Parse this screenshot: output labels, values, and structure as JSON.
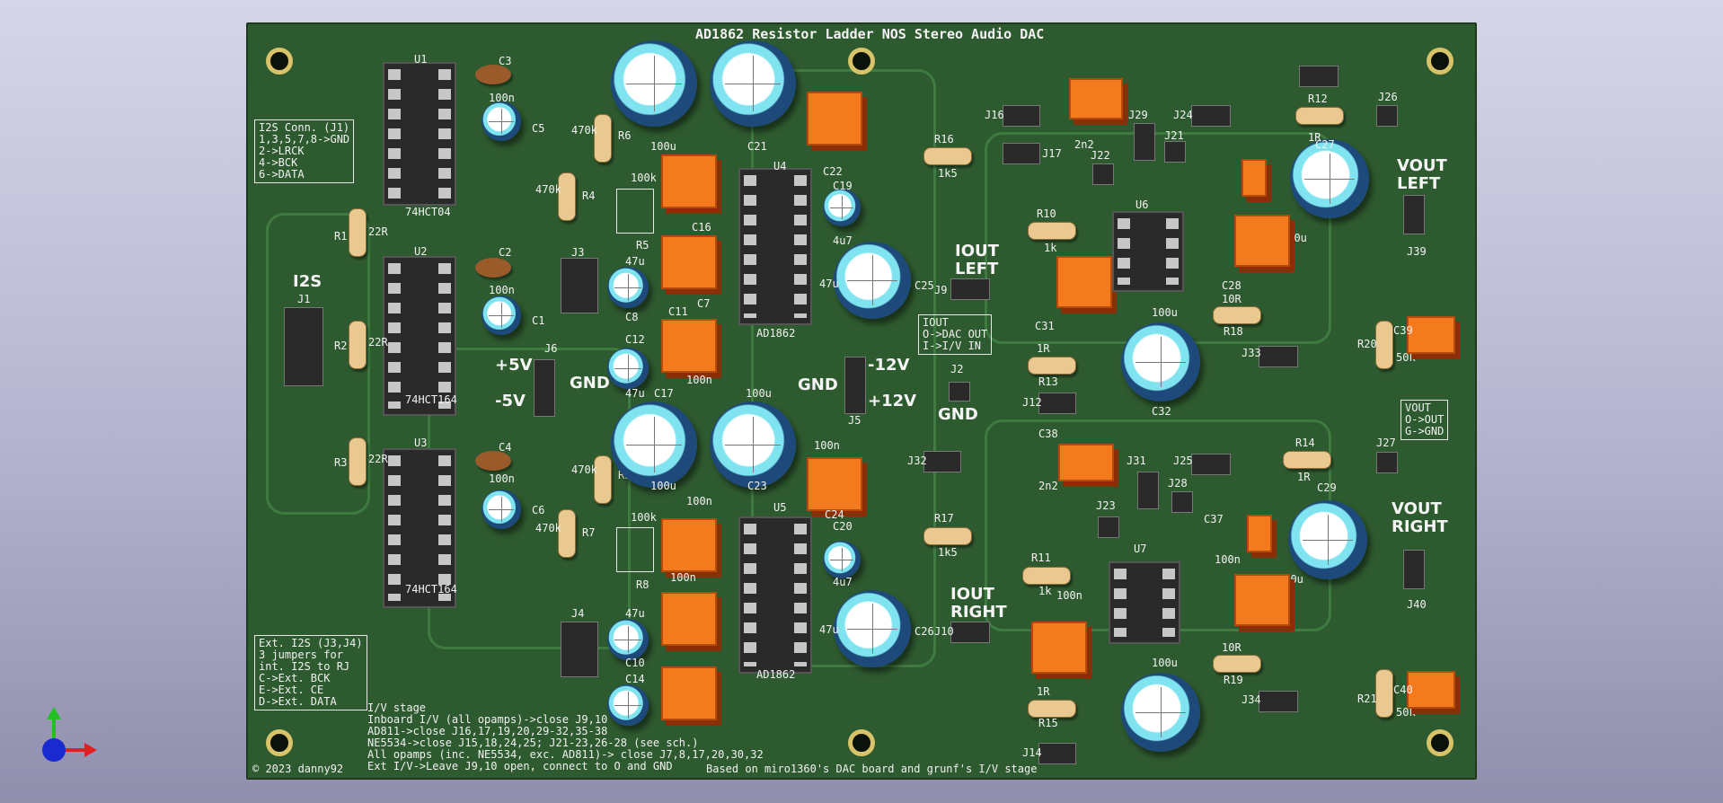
{
  "board": {
    "title": "AD1862 Resistor Ladder NOS Stereo Audio DAC",
    "copyright": "© 2023 danny92",
    "credit": "Based on miro1360's DAC board and grunf's I/V stage"
  },
  "labels": {
    "i2s": "I2S",
    "plus5v": "+5V",
    "minus5v": "-5V",
    "gnd_a": "GND",
    "gnd_b": "GND",
    "gnd_c": "GND",
    "minus12v": "-12V",
    "plus12v": "+12V",
    "iout_left": "IOUT\nLEFT",
    "iout_right": "IOUT\nRIGHT",
    "vout_left": "VOUT\nLEFT",
    "vout_right": "VOUT\nRIGHT"
  },
  "notes": {
    "i2s_conn": "I2S Conn. (J1)\n1,3,5,7,8->GND\n2->LRCK\n4->BCK\n6->DATA",
    "iout": "IOUT\nO->DAC OUT\nI->I/V IN",
    "vout": "VOUT\nO->OUT\nG->GND",
    "ext_i2s": "Ext. I2S (J3,J4)\n3 jumpers for\nint. I2S to RJ\nC->Ext. BCK\nE->Ext. CE\nD->Ext. DATA",
    "iv_stage": "I/V stage\nInboard I/V (all opamps)->close J9,10\nAD811->close J16,17,19,20,29-32,35-38\nNE5534->close J15,18,24,25; J21-23,26-28 (see sch.)\nAll opamps (inc. NE5534, exc. AD811)-> close J7,8,17,20,30,32\nExt I/V->Leave J9,10 open, connect to O and GND"
  },
  "refs": {
    "u1": "U1",
    "u1_part": "74HCT04",
    "u2": "U2",
    "u2_part": "74HCT164",
    "u3": "U3",
    "u3_part": "74HCT164",
    "u4": "U4",
    "u4_part": "AD1862",
    "u5": "U5",
    "u5_part": "AD1862",
    "u6": "U6",
    "u7": "U7",
    "c3": "C3",
    "c2": "C2",
    "c4": "C4",
    "c5": "C5",
    "c1": "C1",
    "c6": "C6",
    "c21": "C21",
    "c22": "C22",
    "c19": "C19",
    "c16": "C16",
    "c7": "C7",
    "c8": "C8",
    "c11": "C11",
    "c12": "C12",
    "c17": "C17",
    "c23": "C23",
    "c24": "C24",
    "c20": "C20",
    "c10": "C10",
    "c14": "C14",
    "c25": "C25",
    "c26": "C26",
    "c27": "C27",
    "c28": "C28",
    "c29": "C29",
    "c31": "C31",
    "c32": "C32",
    "c38": "C38",
    "c37": "C37",
    "c39": "C39",
    "c40": "C40",
    "r1": "R1",
    "r2": "R2",
    "r3": "R3",
    "r4": "R4",
    "r5": "R5",
    "r6": "R6",
    "r7": "R7",
    "r8": "R8",
    "r10": "R10",
    "r11": "R11",
    "r12": "R12",
    "r13": "R13",
    "r14": "R14",
    "r15": "R15",
    "r16": "R16",
    "r17": "R17",
    "r18": "R18",
    "r19": "R19",
    "r20": "R20",
    "r21": "R21",
    "j1": "J1",
    "j2": "J2",
    "j3": "J3",
    "j4": "J4",
    "j5": "J5",
    "j6": "J6",
    "j9": "J9",
    "j10": "J10",
    "j12": "J12",
    "j14": "J14",
    "j16": "J16",
    "j17": "J17",
    "j21": "J21",
    "j22": "J22",
    "j23": "J23",
    "j24": "J24",
    "j25": "J25",
    "j26": "J26",
    "j27": "J27",
    "j28": "J28",
    "j29": "J29",
    "j31": "J31",
    "j32": "J32",
    "j33": "J33",
    "j34": "J34",
    "j39": "J39",
    "j40": "J40"
  },
  "values": {
    "v100n": "100n",
    "v22r": "22R",
    "v470k": "470k",
    "v100k": "100k",
    "v100u": "100u",
    "v47u": "47u",
    "v4u7": "4u7",
    "v1k5": "1k5",
    "v1k": "1k",
    "v1r": "1R",
    "v10r": "10R",
    "v2n2": "2n2",
    "v50k": "50k"
  },
  "colors": {
    "board": "#2e5a2f",
    "silkscreen": "#f2f2f2",
    "pad_gold": "#d7c46a",
    "film_cap": "#f47a1e",
    "elec_cap_body": "#1d4a7a",
    "elec_cap_ring": "#7fe4f0"
  },
  "icons": {
    "axis_indicator": "3d-axis-gizmo-icon"
  }
}
